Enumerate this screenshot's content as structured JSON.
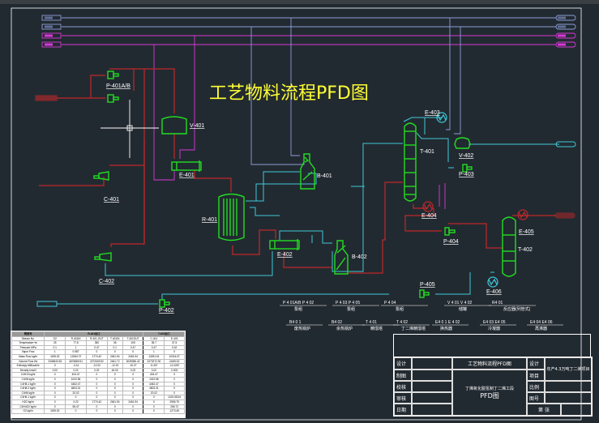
{
  "drawing": {
    "title": "工艺物料流程PFD图",
    "background_color": "#222a31",
    "colors": {
      "process_red": "#c0282a",
      "utility_blue": "#8c9ed8",
      "steam_magenta": "#d838d8",
      "cyan_stream": "#40c8d8",
      "equipment_green": "#22dd22",
      "title_yellow": "#ffff33"
    },
    "utility_headers": [
      {
        "id": "u1",
        "color": "blue"
      },
      {
        "id": "u2",
        "color": "blue"
      },
      {
        "id": "u3",
        "color": "magenta"
      },
      {
        "id": "u4",
        "color": "magenta"
      }
    ],
    "equipment": [
      {
        "tag": "P-401A/B",
        "type": "pump"
      },
      {
        "tag": "V-401",
        "type": "vessel"
      },
      {
        "tag": "E-401",
        "type": "heat-exchanger"
      },
      {
        "tag": "C-401",
        "type": "compressor"
      },
      {
        "tag": "R-401",
        "type": "reactor"
      },
      {
        "tag": "B-401",
        "type": "boiler"
      },
      {
        "tag": "E-402",
        "type": "heat-exchanger"
      },
      {
        "tag": "B-402",
        "type": "boiler"
      },
      {
        "tag": "C-402",
        "type": "compressor"
      },
      {
        "tag": "P-402",
        "type": "pump"
      },
      {
        "tag": "E-403",
        "type": "condenser"
      },
      {
        "tag": "T-401",
        "type": "column"
      },
      {
        "tag": "V-402",
        "type": "vessel"
      },
      {
        "tag": "P-403",
        "type": "pump"
      },
      {
        "tag": "E-404",
        "type": "reboiler"
      },
      {
        "tag": "P-404",
        "type": "pump"
      },
      {
        "tag": "E-405",
        "type": "condenser"
      },
      {
        "tag": "T-402",
        "type": "column"
      },
      {
        "tag": "E-406",
        "type": "reboiler"
      },
      {
        "tag": "P-405",
        "type": "pump"
      }
    ],
    "legend_groups_row1": [
      {
        "tags": "P 4 01A/B   P 4 02",
        "name": "泵组"
      },
      {
        "tags": "P 4 03   P 4 05",
        "name": "泵组"
      },
      {
        "tags": "P 4 04",
        "name": "泵组"
      },
      {
        "tags": "V 4 01   V 4 02",
        "name": "储罐"
      },
      {
        "tags": "R4 01",
        "name": "反应器(列管式)"
      }
    ],
    "legend_groups_row2": [
      {
        "tags": "B4 0 1",
        "name": "废热锅炉"
      },
      {
        "tags": "B4 02",
        "name": "余热锅炉"
      },
      {
        "tags": "T 4 01",
        "name": "精馏塔"
      },
      {
        "tags": "T 4 02",
        "name": "丁二烯精馏塔"
      },
      {
        "tags": "E4 0 1   E 4 02",
        "name": "换热器"
      },
      {
        "tags": "E4 03   E4 05",
        "name": "冷凝器"
      },
      {
        "tags": "E4 04   E4 06",
        "name": "再沸器"
      }
    ]
  },
  "stream_table": {
    "group_headers": [
      "物流号",
      "R-401出口",
      "T-401出口"
    ],
    "columns": [
      "Stream No.",
      "O2",
      "R-401IN",
      "R-401-OUT",
      "T-401IN",
      "T-401OUT",
      "C-401",
      "E-403"
    ],
    "rows": [
      [
        "Temperature ℃",
        "25",
        "77.8",
        "350",
        "35",
        "105",
        "35.7",
        "37.5"
      ],
      [
        "Pressure MPa",
        "0.1",
        "1",
        "0.47",
        "0.1",
        "0.47",
        "0.47",
        "0.42"
      ],
      [
        "Vapor Frac",
        "1",
        "0.987",
        "0",
        "0",
        "0",
        "1",
        "0"
      ],
      [
        "Mass Flow kg/hr",
        "1195.02",
        "12084.72",
        "1774.42",
        "2461.94",
        "2461.94",
        "13251.61",
        "10316.37"
      ],
      [
        "Volume Flow l/hr",
        "2345640.53",
        "4676869.51",
        "2272049.52",
        "2461.72",
        "3039356.42",
        "2273272.92",
        "2449132"
      ],
      [
        "Enthalpy MMkcal/hr",
        "0",
        "-3.14",
        "-12.02",
        "-12.32",
        "-10.27",
        "-5.407",
        "-11.0267"
      ],
      [
        "Density kmol/l",
        "0.00",
        "0.02",
        "0.02",
        "40.00",
        "0.02",
        "0.02",
        "0.003"
      ],
      [
        "C4H10 kg/hr",
        "0",
        "404.47",
        "0",
        "0",
        "0",
        "404.47",
        "0"
      ],
      [
        "C4H8 kg/hr",
        "0",
        "1022.55",
        "0",
        "0",
        "0",
        "1022.55",
        "0"
      ],
      [
        "C4H8-1 kg/hr",
        "0",
        "4462.47",
        "0",
        "0",
        "0",
        "4462.47",
        "0"
      ],
      [
        "C4H8-2 kg/hr",
        "0",
        "4803.31",
        "0",
        "0",
        "0",
        "4803.31",
        "0"
      ],
      [
        "C4H6 kg/hr",
        "0",
        "20.02",
        "0",
        "0",
        "0",
        "20.02",
        "0"
      ],
      [
        "C4H6-1 kg/hr",
        "0",
        "0",
        "0",
        "0",
        "0",
        "0",
        "1022.553.6"
      ],
      [
        "H2O kg/hr",
        "0",
        "0.22",
        "1774.42",
        "2461.94",
        "2461.94",
        "0",
        "2556.75"
      ],
      [
        "C4H4O2 kg/hr",
        "0",
        "56.47",
        "0",
        "0",
        "0",
        "0",
        "256.72"
      ],
      [
        "O2 kg/hr",
        "1195.02",
        "0",
        "0",
        "0",
        "0",
        "0",
        "1273.45"
      ]
    ]
  },
  "title_block": {
    "row_labels_left": [
      "设计",
      "制图",
      "校核",
      "审核",
      "日期"
    ],
    "drawing_title": "工艺物料流程PFD图",
    "drawing_subtitle_1": "丁烯氧化脱氢制丁二烯工段",
    "drawing_subtitle_2": "PFD图",
    "right_labels": [
      "设计",
      "项目",
      "比例",
      "图号"
    ],
    "project_name": "年产4.3万吨丁二烯项目",
    "sheet_label": "第 张"
  }
}
